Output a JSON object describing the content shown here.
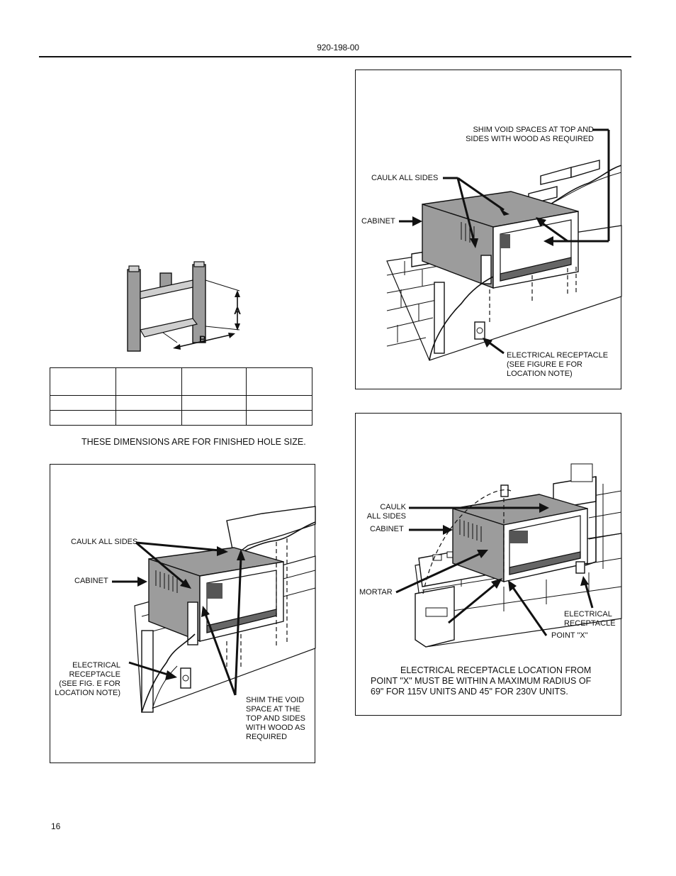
{
  "header": {
    "doc_number": "920-198-00"
  },
  "page_number": "16",
  "dimension_figure": {
    "label_a": "A",
    "label_b": "B"
  },
  "dimension_table": {
    "header_row": [
      "",
      "",
      "",
      ""
    ],
    "rows": [
      [
        "",
        "",
        "",
        ""
      ],
      [
        "",
        "",
        "",
        ""
      ]
    ]
  },
  "dimension_note": "THESE DIMENSIONS ARE FOR FINISHED HOLE SIZE.",
  "figure_wood_wall": {
    "caulk_label": "CAULK ALL SIDES",
    "cabinet_label": "CABINET",
    "receptacle_label_lines": [
      "ELECTRICAL",
      "RECEPTACLE",
      "(SEE FIG. E FOR",
      "LOCATION NOTE)"
    ],
    "shim_label_lines": [
      "SHIM THE VOID",
      "SPACE AT THE",
      "TOP AND SIDES",
      "WITH WOOD AS",
      "REQUIRED"
    ]
  },
  "figure_brick_wall": {
    "shim_label_lines": [
      "SHIM VOID SPACES AT TOP AND",
      "SIDES WITH WOOD AS REQUIRED"
    ],
    "caulk_label": "CAULK ALL SIDES",
    "cabinet_label": "CABINET",
    "receptacle_label_lines": [
      "ELECTRICAL RECEPTACLE",
      "(SEE FIGURE E FOR",
      "LOCATION NOTE)"
    ]
  },
  "figure_block_wall": {
    "caulk_label_lines": [
      "CAULK",
      "ALL SIDES"
    ],
    "cabinet_label": "CABINET",
    "mortar_label": "MORTAR",
    "receptacle_label_lines": [
      "ELECTRICAL",
      "RECEPTACLE"
    ],
    "point_x_label": "POINT \"X\"",
    "note_lines": [
      "ELECTRICAL RECEPTACLE LOCATION FROM",
      "POINT \"X\" MUST BE WITHIN A MAXIMUM RADIUS OF",
      "69\" FOR 115V UNITS AND 45\" FOR 230V UNITS."
    ]
  }
}
